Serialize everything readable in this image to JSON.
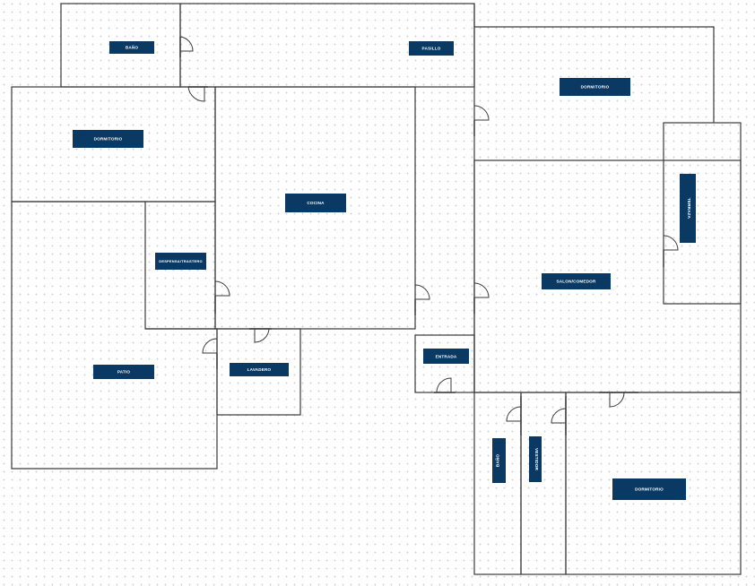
{
  "colors": {
    "label_bg": "#0a3a63",
    "label_fg": "#ffffff",
    "wall": "#3a3a3a"
  },
  "rooms": {
    "bano_top": "BAÑO",
    "pasillo": "PASILLO",
    "dormitorio_top_right": "DORMITORIO",
    "dormitorio_left": "DORMITORIO",
    "cocina": "COCINA",
    "terraza": "TERRAZA",
    "despensa": "DESPENSA/TRASTERO",
    "salon": "SALON/COMEDOR",
    "patio": "PATIO",
    "lavadero": "LAVADERO",
    "entrada": "ENTRADA",
    "bano_bottom": "BAÑO",
    "vestidor": "VESTIDOR",
    "dormitorio_bottom": "DORMITORIO"
  }
}
